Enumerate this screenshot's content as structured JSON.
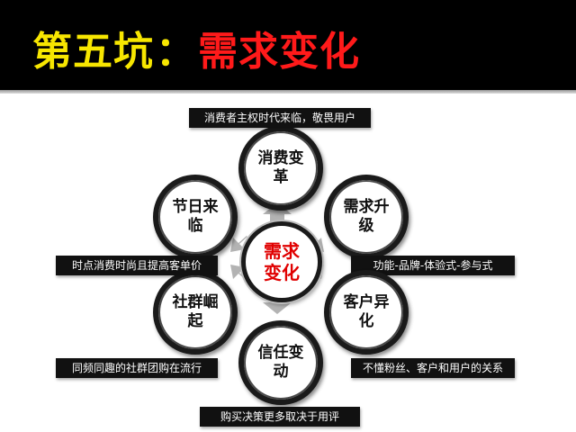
{
  "title": {
    "part1": "第五坑",
    "separator": "：",
    "part2": "需求变化"
  },
  "center": {
    "line1": "需求",
    "line2": "变化"
  },
  "nodes": [
    {
      "id": "consumption-change",
      "line1": "消费变",
      "line2": "革",
      "tag": "消费者主权时代来临，敬畏用户"
    },
    {
      "id": "demand-upgrade",
      "line1": "需求升",
      "line2": "级",
      "tag": "功能-品牌-体验式-参与式"
    },
    {
      "id": "customer-diff",
      "line1": "客户异",
      "line2": "化",
      "tag": "不懂粉丝、客户和用户的关系"
    },
    {
      "id": "trust-change",
      "line1": "信任变",
      "line2": "动",
      "tag": "购买决策更多取决于用评"
    },
    {
      "id": "community-rise",
      "line1": "社群崛",
      "line2": "起",
      "tag": "同频同趣的社群团购在流行"
    },
    {
      "id": "holiday",
      "line1": "节日来",
      "line2": "临",
      "tag": "时点消费时尚且提高客单价"
    }
  ],
  "colors": {
    "title_accent": "#f7e600",
    "title_emphasis": "#ff1a1a",
    "center_text": "#e00000",
    "tag_bg": "#111111",
    "arrow": "#b3b3b3"
  }
}
